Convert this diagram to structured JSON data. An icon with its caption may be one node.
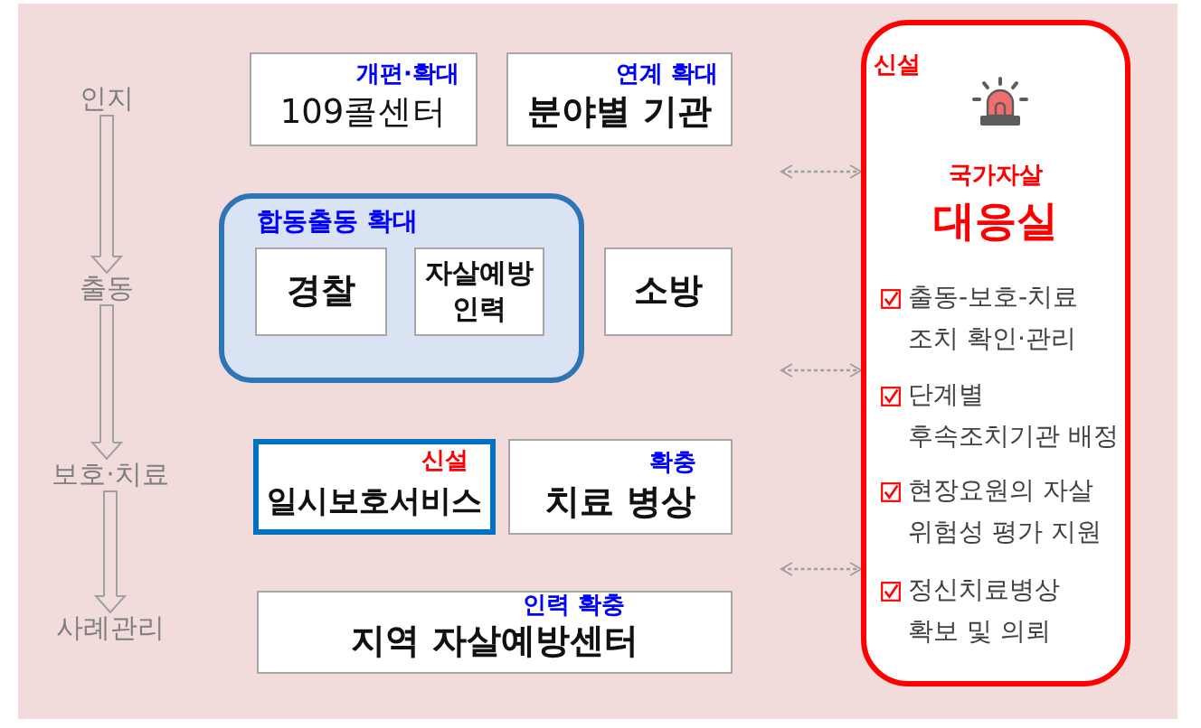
{
  "diagram": {
    "nodes": [
      {
        "text": [
          "인지"
        ]
      },
      {
        "text": [
          "출동"
        ]
      },
      {
        "text": [
          "보호·치료"
        ]
      },
      {
        "text": [
          "사례관리"
        ]
      },
      {
        "text": [
          "개편·확대",
          "109콜센터"
        ]
      },
      {
        "text": [
          "연계 확대",
          "분야별 기관"
        ]
      },
      {
        "text": [
          "합동출동 확대"
        ]
      },
      {
        "text": [
          "경찰"
        ],
        "in": 6
      },
      {
        "text": [
          "자살예방 인력"
        ],
        "in": 6
      },
      {
        "text": [
          "소방"
        ]
      },
      {
        "text": [
          "신설",
          "일시보호서비스"
        ]
      },
      {
        "text": [
          "확충",
          "치료 병상"
        ]
      },
      {
        "text": [
          "인력 확충",
          "지역 자살예방센터"
        ]
      },
      {
        "text": [
          "신설",
          "국가자살",
          "대응실",
          "출동-보호-치료 조치 확인·관리",
          "단계별 후속조치기관 배정",
          "현장요원의 자살 위험성 평가 지원",
          "정신치료병상 확보 및 의뢰"
        ]
      }
    ],
    "edges": [
      {
        "from": 0,
        "to": 1,
        "arrow": "to"
      },
      {
        "from": 1,
        "to": 2,
        "arrow": "to"
      },
      {
        "from": 2,
        "to": 3,
        "arrow": "to"
      },
      {
        "from": null,
        "to": 13,
        "arrow": "both",
        "style": "dashed"
      },
      {
        "from": null,
        "to": 13,
        "arrow": "both",
        "style": "dashed"
      },
      {
        "from": null,
        "to": 13,
        "arrow": "both",
        "style": "dashed"
      }
    ]
  }
}
